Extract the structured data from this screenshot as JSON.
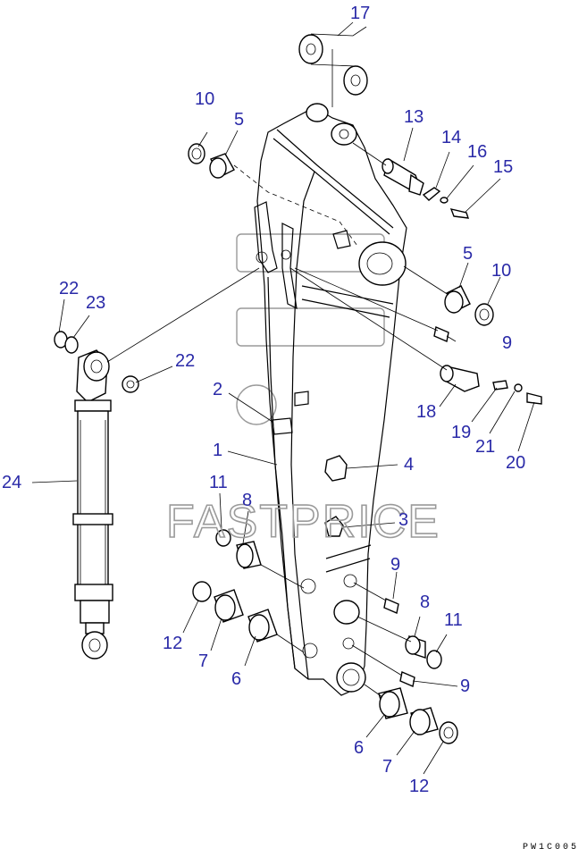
{
  "watermark": "FASTPRICE",
  "drawing_code": "PW1C005",
  "callouts": [
    {
      "id": "c17",
      "text": "17"
    },
    {
      "id": "c10a",
      "text": "10"
    },
    {
      "id": "c5a",
      "text": "5"
    },
    {
      "id": "c13",
      "text": "13"
    },
    {
      "id": "c14",
      "text": "14"
    },
    {
      "id": "c16",
      "text": "16"
    },
    {
      "id": "c15",
      "text": "15"
    },
    {
      "id": "c5b",
      "text": "5"
    },
    {
      "id": "c10b",
      "text": "10"
    },
    {
      "id": "c22a",
      "text": "22"
    },
    {
      "id": "c23",
      "text": "23"
    },
    {
      "id": "c9a",
      "text": "9"
    },
    {
      "id": "c22b",
      "text": "22"
    },
    {
      "id": "c2",
      "text": "2"
    },
    {
      "id": "c18",
      "text": "18"
    },
    {
      "id": "c19",
      "text": "19"
    },
    {
      "id": "c21",
      "text": "21"
    },
    {
      "id": "c20",
      "text": "20"
    },
    {
      "id": "c1",
      "text": "1"
    },
    {
      "id": "c4",
      "text": "4"
    },
    {
      "id": "c24",
      "text": "24"
    },
    {
      "id": "c11a",
      "text": "11"
    },
    {
      "id": "c8a",
      "text": "8"
    },
    {
      "id": "c3",
      "text": "3"
    },
    {
      "id": "c9b",
      "text": "9"
    },
    {
      "id": "c8b",
      "text": "8"
    },
    {
      "id": "c11b",
      "text": "11"
    },
    {
      "id": "c12a",
      "text": "12"
    },
    {
      "id": "c7a",
      "text": "7"
    },
    {
      "id": "c6a",
      "text": "6"
    },
    {
      "id": "c9c",
      "text": "9"
    },
    {
      "id": "c6b",
      "text": "6"
    },
    {
      "id": "c7b",
      "text": "7"
    },
    {
      "id": "c12b",
      "text": "12"
    }
  ]
}
